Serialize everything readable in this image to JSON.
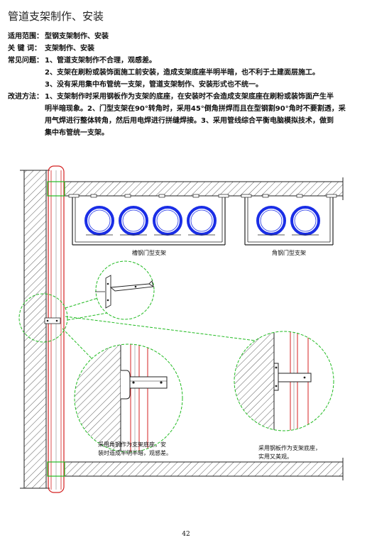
{
  "title": "管道支架制作、安装",
  "scope_label": "适用范围：",
  "scope_value": "型钢支架制作、安装",
  "keywords_label": "关 键 词：",
  "keywords_value": "支架制作、安装",
  "problems_label": "常见问题：",
  "problems": [
    "1、管道支架制作不合理，观感差。",
    "2、支架在刷粉或装饰面施工前安装，造成支架底座半明半暗，也不利于土建面层施工。",
    "3、没有采用集中布管统一支架，管道支架制作、安装形式也不统一。"
  ],
  "method_label": "改进方法：",
  "method_lines": [
    "1、支架制作时采用钢板作为支架的底座，在安装时不会造成支架底座在刷粉或装饰面产生半",
    "明半暗现象。2、门型支架在90°转角时，采用45°倒角拼焊而且在型钢割90°角时不要割透，采",
    "用气焊进行整体转角，然后用电焊进行拼缝焊接。3、采用管线综合平衡电脑模拟技术，做到",
    "集中布管统一支架。"
  ],
  "diagram": {
    "label_channel": "槽钢门型支架",
    "label_angle": "角钢门型支架",
    "caption_left": [
      "采用角钢作为支架底座，安",
      "装时造成半明半暗，观感差。"
    ],
    "caption_right": [
      "采用钢板作为支架底座，",
      "实用又美观。"
    ],
    "pipe_color": "#1a2ee6",
    "callout_color": "#22bb22",
    "riser_color": "#d42020"
  },
  "page_number": "42"
}
